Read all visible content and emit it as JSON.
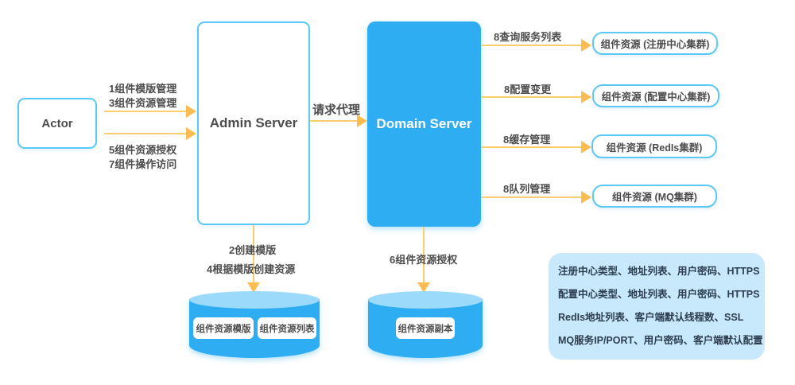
{
  "diagram": {
    "actor": {
      "label": "Actor"
    },
    "admin_server": {
      "label": "Admin Server"
    },
    "domain_server": {
      "label": "Domain Server"
    },
    "flows": {
      "actor_to_admin_top": {
        "line1": "1组件模版管理",
        "line2": "3组件资源管理"
      },
      "actor_to_admin_bottom": {
        "line1": "5组件资源授权",
        "line2": "7组件操作访问"
      },
      "admin_to_domain": {
        "label": "请求代理"
      },
      "admin_to_store": {
        "line1": "2创建模版",
        "line2": "4根据模版创建资源"
      },
      "domain_to_store": {
        "label": "6组件资源授权"
      },
      "domain_to_registry": {
        "label": "8查询服务列表"
      },
      "domain_to_config": {
        "label": "8配置变更"
      },
      "domain_to_cache": {
        "label": "8缓存管理"
      },
      "domain_to_queue": {
        "label": "8队列管理"
      }
    },
    "resources": [
      {
        "label": "组件资源 (注册中心集群)"
      },
      {
        "label": "组件资源 (配置中心集群)"
      },
      {
        "label": "组件资源 (RedIs集群)"
      },
      {
        "label": "组件资源 (MQ集群)"
      }
    ],
    "admin_store": {
      "items": [
        "组件资源模版",
        "组件资源列表"
      ]
    },
    "domain_store": {
      "items": [
        "组件资源副本"
      ]
    },
    "info_panel": {
      "lines": [
        "注册中心类型、地址列表、用户密码、HTTPS",
        "配置中心类型、地址列表、用户密码、HTTPS",
        "RedIs地址列表、客户端默认线程数、SSL",
        "MQ服务IP/PORT、用户密码、客户端默认配置"
      ]
    },
    "colors": {
      "primary_blue": "#2fadf2",
      "light_blue_border": "#5bc8f5",
      "cylinder_top": "#9bdafa",
      "panel_bg": "#c8e8fb",
      "arrow_line": "#f9ce6b",
      "arrow_head": "#fbbc52",
      "text_dark": "#4c4c4c",
      "panel_text": "#2c3e50"
    }
  }
}
